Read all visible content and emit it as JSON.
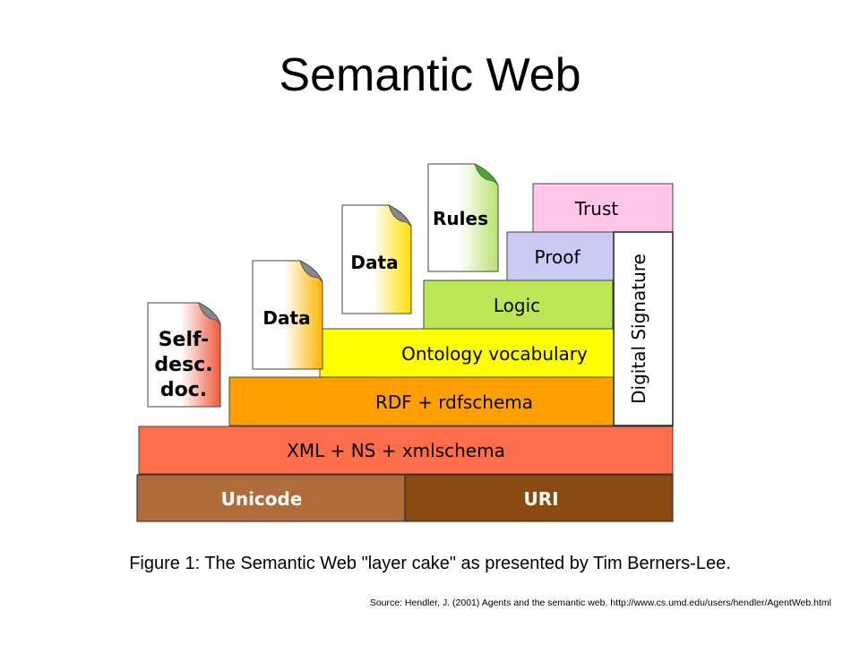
{
  "title": "Semantic Web",
  "caption": "Figure 1: The Semantic Web \"layer cake\" as presented by Tim Berners-Lee.",
  "source": "Source: Hendler, J. (2001) Agents and the semantic web. http://www.cs.umd.edu/users/hendler/AgentWeb.html",
  "layers": {
    "unicode": "Unicode",
    "uri": "URI",
    "xml": "XML + NS + xmlschema",
    "rdf": "RDF + rdfschema",
    "ontology": "Ontology vocabulary",
    "logic": "Logic",
    "proof": "Proof",
    "trust": "Trust",
    "signature": "Digital Signature"
  },
  "documents": {
    "self_desc": [
      "Self-",
      "desc.",
      "doc."
    ],
    "data1": "Data",
    "data2": "Data",
    "rules": "Rules"
  },
  "colors": {
    "unicode": "#b06b3c",
    "uri": "#8a4b12",
    "xml": "#ff6e4a",
    "rdf": "#ffa000",
    "ontology": "#ffff00",
    "logic": "#bde657",
    "proof": "#c9c9f2",
    "trust": "#ffc6e8",
    "signature": "#ffffff"
  }
}
